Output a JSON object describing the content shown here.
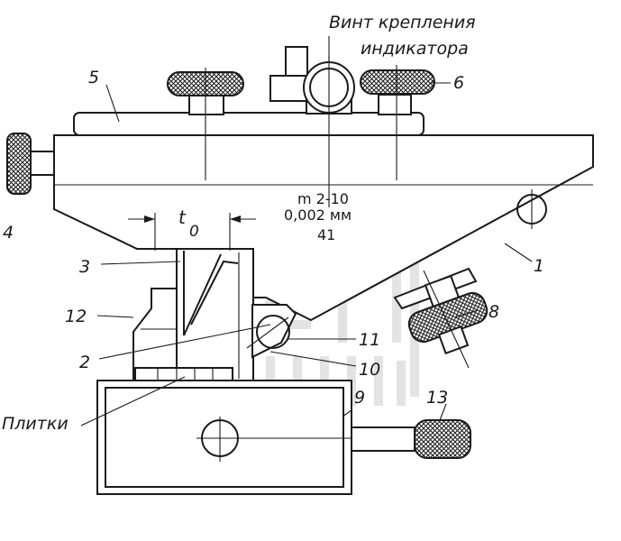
{
  "caption_indicator_screw": [
    "Винт крепления",
    "индикатора"
  ],
  "caption_gauge_blocks": "Плитки",
  "scale_marking": {
    "line1": "m 2-10",
    "line2": "0,002 мм",
    "line3": "41"
  },
  "dimension_label": "t",
  "dimension_subscript": "0",
  "part_numbers": [
    "1",
    "2",
    "3",
    "4",
    "5",
    "6",
    "8",
    "9",
    "10",
    "11",
    "12",
    "13"
  ],
  "colors": {
    "ink": "#1a1a1a",
    "paper": "#ffffff",
    "watermark": "#e3e3e3"
  }
}
